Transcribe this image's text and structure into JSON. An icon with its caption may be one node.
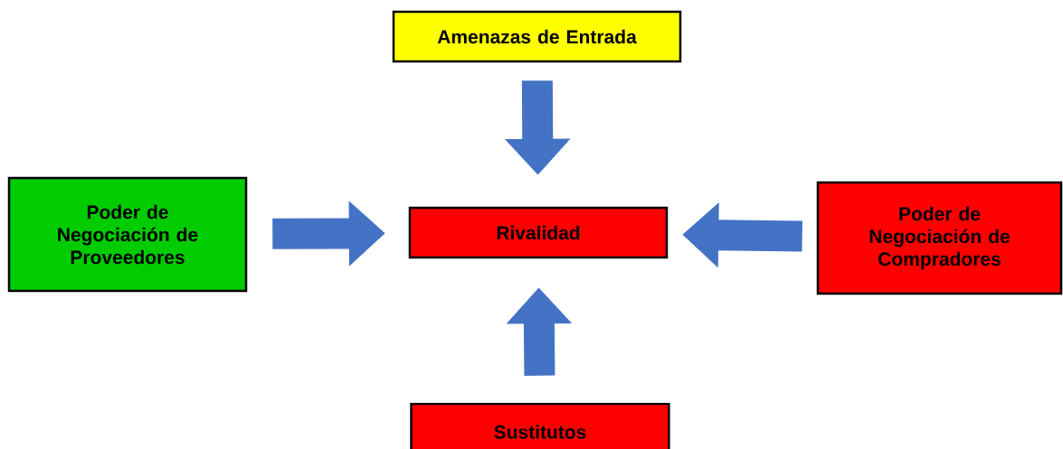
{
  "diagram": {
    "nodes": [
      {
        "text": [
          "Amenazas de Entrada"
        ]
      },
      {
        "text": [
          "Poder de Negociación de Proveedores"
        ]
      },
      {
        "text": [
          "Rivalidad"
        ]
      },
      {
        "text": [
          "Poder de Negociación de Compradores"
        ]
      },
      {
        "text": [
          "Sustitutos"
        ]
      }
    ],
    "edges": [
      {
        "from": 0,
        "to": 2,
        "arrow": "to"
      },
      {
        "from": 1,
        "to": 2,
        "arrow": "to"
      },
      {
        "from": 3,
        "to": 2,
        "arrow": "to"
      },
      {
        "from": 4,
        "to": 2,
        "arrow": "to"
      }
    ]
  }
}
